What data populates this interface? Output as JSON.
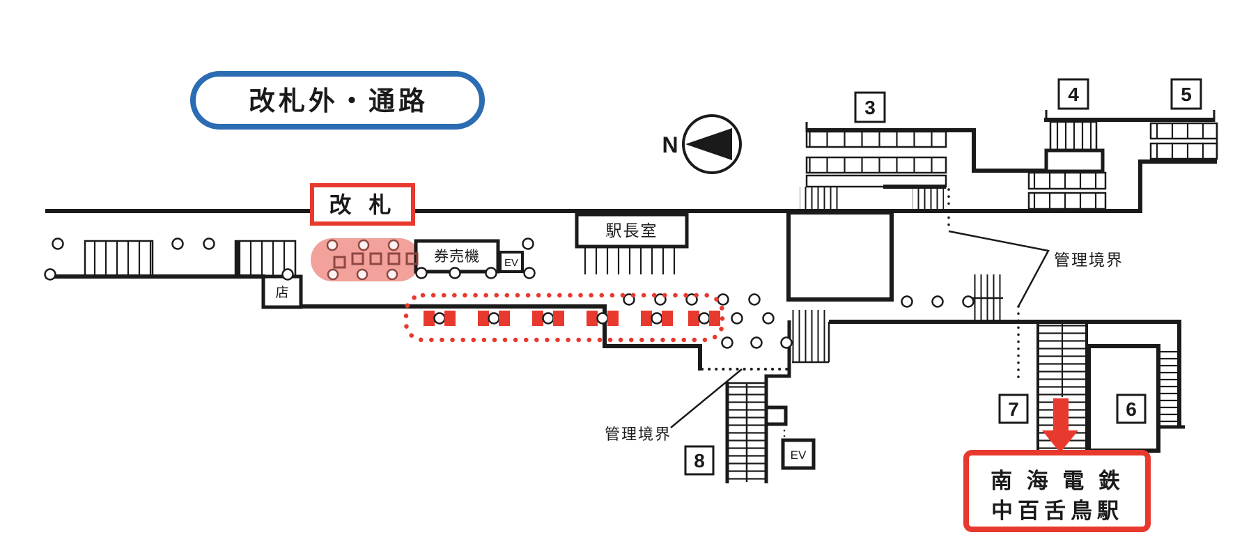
{
  "colors": {
    "wall": "#1a1a1a",
    "accent_blue": "#2b6cb3",
    "accent_red": "#e8392e",
    "highlight_pink": "#f2a19b",
    "gate_square_outline": "#8e4741"
  },
  "area_badge": {
    "label": "改札外・通路"
  },
  "gate_label": {
    "label": "改 札"
  },
  "facilities": {
    "ticket_machines": "券売機",
    "elevator_upper": "EV",
    "elevator_lower": "EV",
    "station_office": "駅長室",
    "shop": "店"
  },
  "boundaries": {
    "right": "管理境界",
    "bottom": "管理境界"
  },
  "compass": {
    "label": "N"
  },
  "exits": {
    "e3": "3",
    "e4": "4",
    "e5": "5",
    "e6": "6",
    "e7": "7",
    "e8": "8"
  },
  "destination": {
    "line1": "南 海 電 鉄",
    "line2": "中百舌鳥駅"
  }
}
